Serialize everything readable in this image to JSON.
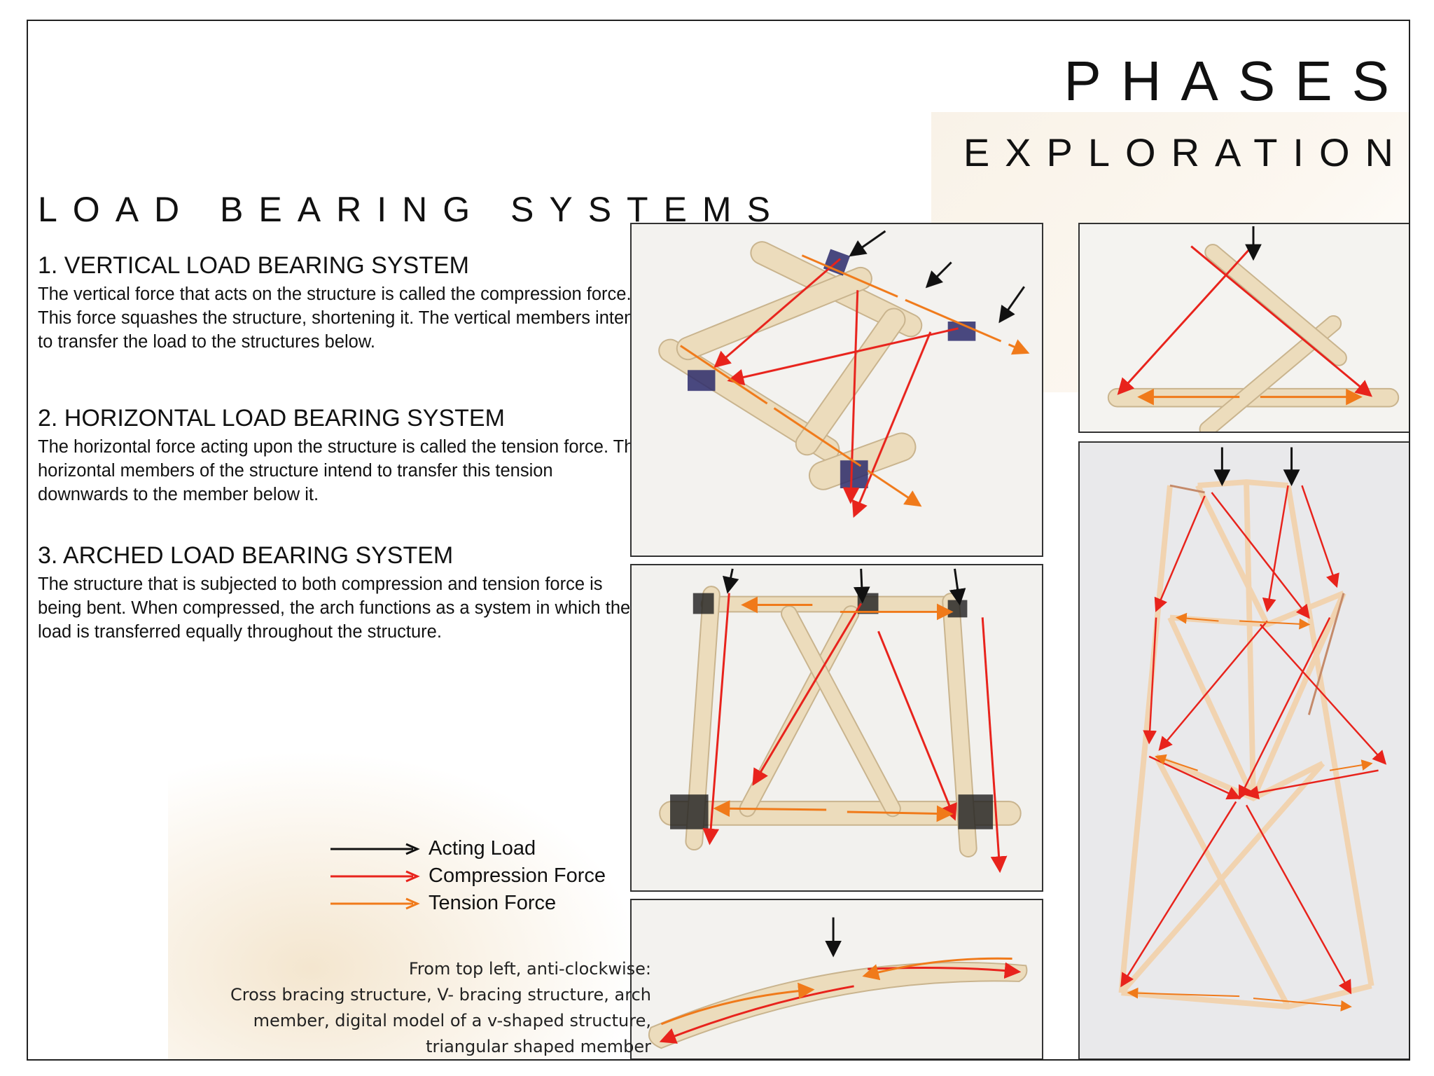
{
  "titles": {
    "phases": "PHASES",
    "exploration": "EXPLORATION",
    "heading": "LOAD BEARING SYSTEMS"
  },
  "sections": [
    {
      "title": "1.  VERTICAL LOAD BEARING SYSTEM",
      "body": "The vertical force that acts on the structure is called the compression force. This force squashes the structure, shortening it. The vertical members intend to transfer the load to the structures below."
    },
    {
      "title": "2. HORIZONTAL LOAD BEARING SYSTEM",
      "body": "The horizontal force acting upon the structure is called the tension force. The horizontal members of the structure intend to transfer this tension downwards to the member below it."
    },
    {
      "title": "3. ARCHED LOAD BEARING SYSTEM",
      "body": "The structure that is subjected to both compression and tension force is being bent. When compressed, the arch functions as a system in which the load is transferred equally throughout the structure."
    }
  ],
  "legend": [
    {
      "label": "Acting Load",
      "color": "#111111"
    },
    {
      "label": "Compression Force",
      "color": "#e8231c"
    },
    {
      "label": "Tension Force",
      "color": "#f07a1a"
    }
  ],
  "caption": {
    "line1": "From top left, anti-clockwise:",
    "line2": "Cross bracing structure, V- bracing structure, arch",
    "line3": "member, digital model of a v-shaped structure,",
    "line4": "triangular shaped member"
  },
  "colors": {
    "stick": "#ecdcbc",
    "stick_edge": "#c9b48e",
    "string": "#2b2a6b",
    "compression": "#e8231c",
    "tension": "#f07a1a",
    "load": "#111111"
  }
}
